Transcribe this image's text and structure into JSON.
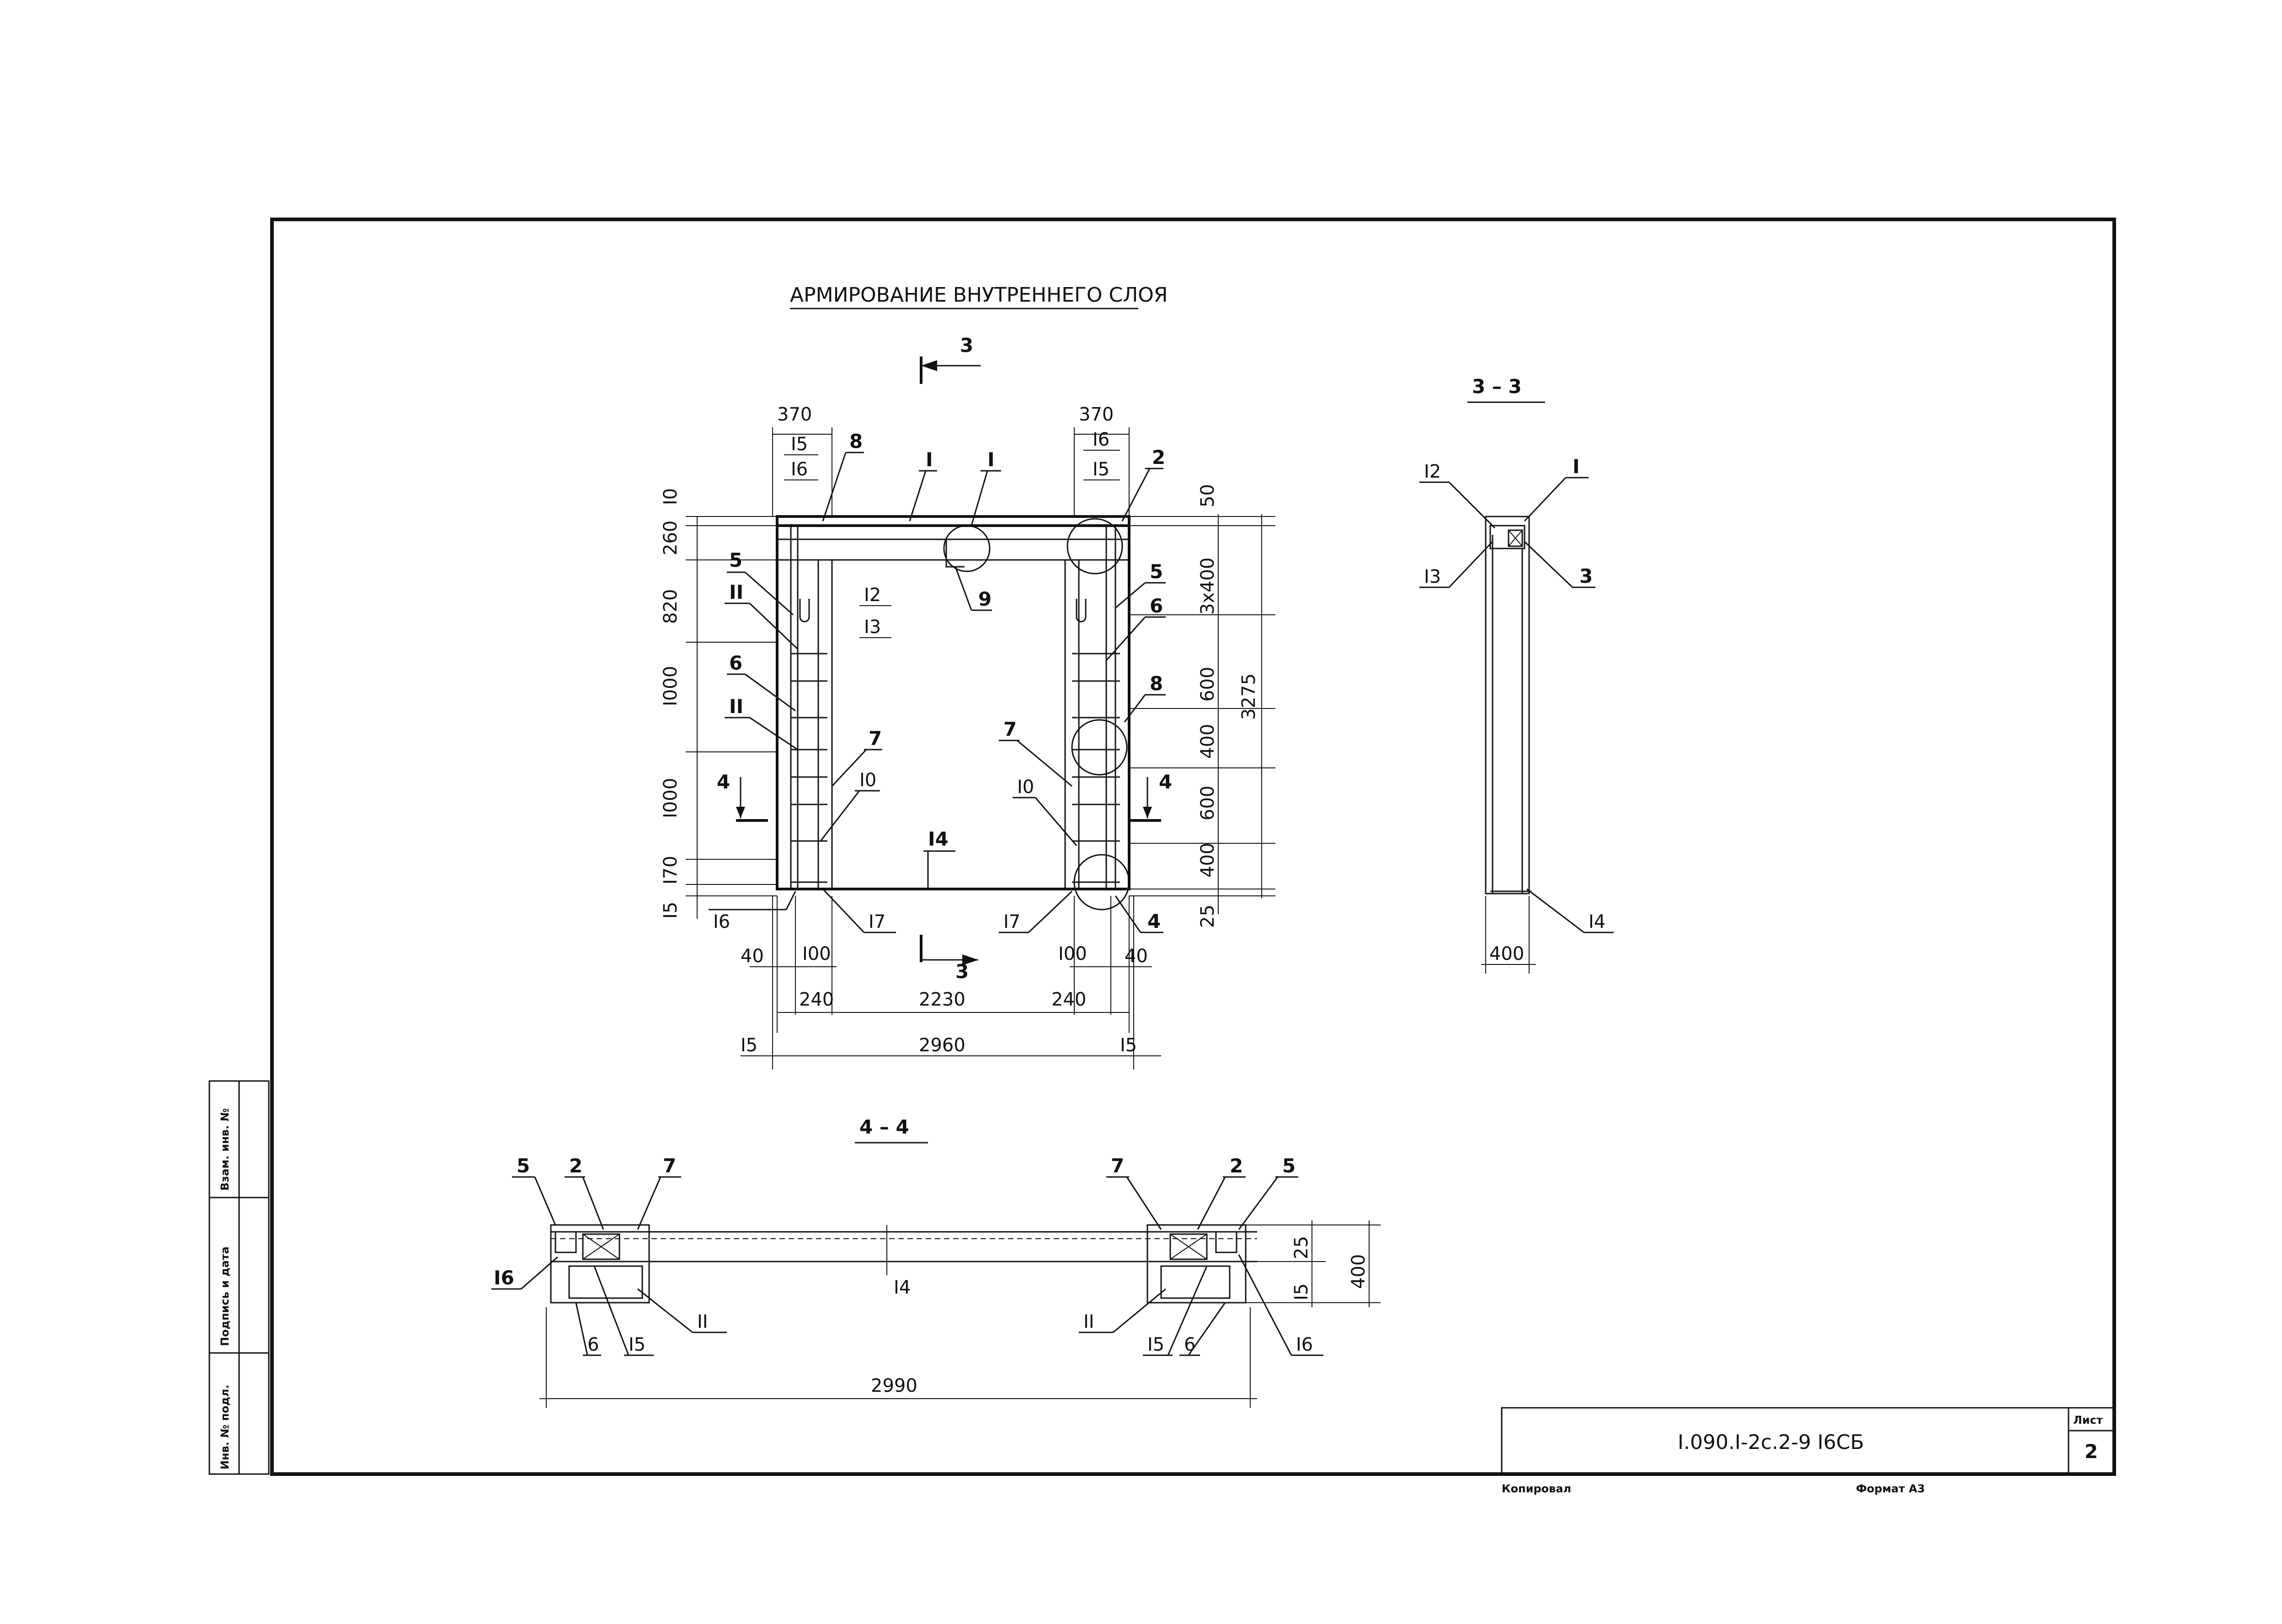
{
  "title": "АРМИРОВАНИЕ ВНУТРЕННЕГО СЛОЯ",
  "section_marks": {
    "cut_33": "3",
    "cut_44": "4",
    "title_33": "3 – 3",
    "title_44": "4 – 4"
  },
  "plan": {
    "top_dims": {
      "left_370": "370",
      "right_370": "370"
    },
    "top_marks": {
      "i15_a": "I5",
      "i16_a": "I6",
      "m8": "8",
      "m1_a": "I",
      "m1_b": "I",
      "i16_b": "I6",
      "i15_b": "I5",
      "m2": "2"
    },
    "left_dims": {
      "d10": "I0",
      "d260": "260",
      "d820": "820",
      "d1000a": "I000",
      "d1000b": "I000",
      "d170": "I70",
      "d15": "I5"
    },
    "right_dims": {
      "d50": "50",
      "d3x400": "3x400",
      "d600a": "600",
      "d400a": "400",
      "d600b": "600",
      "d400b": "400",
      "d25": "25",
      "total": "3275"
    },
    "callouts": {
      "c5l": "5",
      "c11a": "II",
      "c6l": "6",
      "c11b": "II",
      "c12": "I2",
      "c13": "I3",
      "c9": "9",
      "c5r": "5",
      "c6r": "6",
      "c8r": "8",
      "c7l": "7",
      "c10l": "I0",
      "c7r": "7",
      "c10r": "I0",
      "c14": "I4",
      "c16": "I6",
      "c17l": "I7",
      "c17r": "I7",
      "c4": "4"
    },
    "bottom_dims": {
      "d40l": "40",
      "d100l": "I00",
      "d100r": "I00",
      "d40r": "40",
      "d240l": "240",
      "d2230": "2230",
      "d240r": "240",
      "d15l": "I5",
      "d2960": "2960",
      "d15r": "I5"
    }
  },
  "section33": {
    "c12": "I2",
    "c1": "I",
    "c13": "I3",
    "c3": "3",
    "c14": "I4",
    "d400": "400"
  },
  "section44": {
    "left": {
      "c5": "5",
      "c2": "2",
      "c7": "7",
      "c16": "I6",
      "c6": "6",
      "c15": "I5",
      "c11": "II"
    },
    "mid": {
      "c14": "I4"
    },
    "right": {
      "c7": "7",
      "c2": "2",
      "c5": "5",
      "c11": "II",
      "c15": "I5",
      "c6": "6",
      "c16": "I6"
    },
    "dims": {
      "d25": "25",
      "d15": "I5",
      "d400": "400",
      "d2990": "2990"
    }
  },
  "stamp": {
    "inv_podl": "Инв. № подл.",
    "podpis": "Подпись и дата",
    "vzam": "Взам. инв. №"
  },
  "title_block": {
    "code": "I.090.I-2c.2-9 I6СБ",
    "sheet_label": "Лист",
    "sheet_no": "2"
  },
  "footer": {
    "copied": "Копировал",
    "format": "Формат А3"
  }
}
